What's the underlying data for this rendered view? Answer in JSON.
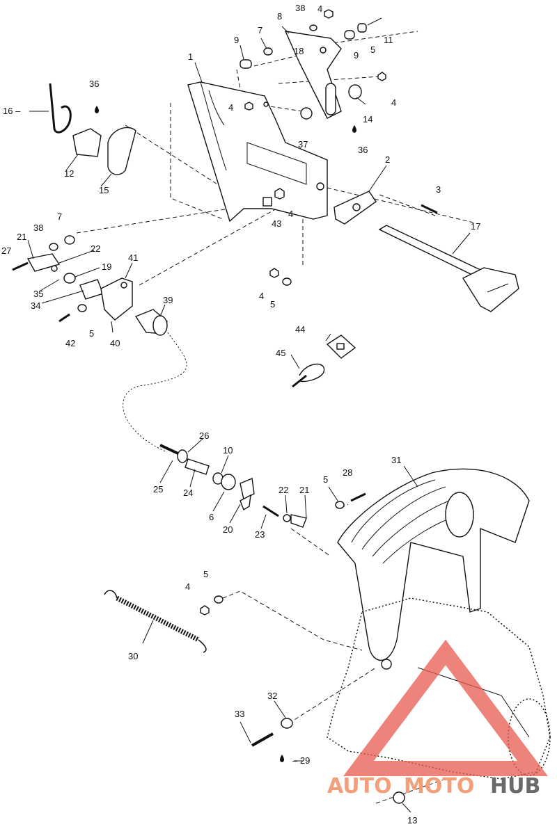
{
  "callouts": [
    {
      "id": "callout-1",
      "text": "1"
    },
    {
      "id": "callout-2",
      "text": "2"
    },
    {
      "id": "callout-3",
      "text": "3"
    },
    {
      "id": "callout-4-a",
      "text": "4"
    },
    {
      "id": "callout-4-b",
      "text": "4"
    },
    {
      "id": "callout-4-c",
      "text": "4"
    },
    {
      "id": "callout-4-d",
      "text": "4"
    },
    {
      "id": "callout-4-e",
      "text": "4"
    },
    {
      "id": "callout-4-f",
      "text": "4"
    },
    {
      "id": "callout-5-a",
      "text": "5"
    },
    {
      "id": "callout-5-b",
      "text": "5"
    },
    {
      "id": "callout-5-c",
      "text": "5"
    },
    {
      "id": "callout-5-d",
      "text": "5"
    },
    {
      "id": "callout-5-e",
      "text": "5"
    },
    {
      "id": "callout-6",
      "text": "6"
    },
    {
      "id": "callout-7-a",
      "text": "7"
    },
    {
      "id": "callout-7-b",
      "text": "7"
    },
    {
      "id": "callout-8",
      "text": "8"
    },
    {
      "id": "callout-9-a",
      "text": "9"
    },
    {
      "id": "callout-9-b",
      "text": "9"
    },
    {
      "id": "callout-10",
      "text": "10"
    },
    {
      "id": "callout-11",
      "text": "11"
    },
    {
      "id": "callout-12",
      "text": "12"
    },
    {
      "id": "callout-13",
      "text": "13"
    },
    {
      "id": "callout-14",
      "text": "14"
    },
    {
      "id": "callout-15",
      "text": "15"
    },
    {
      "id": "callout-16",
      "text": "16 –"
    },
    {
      "id": "callout-17",
      "text": "17"
    },
    {
      "id": "callout-18",
      "text": "18"
    },
    {
      "id": "callout-19",
      "text": "19"
    },
    {
      "id": "callout-20",
      "text": "20"
    },
    {
      "id": "callout-21-a",
      "text": "21"
    },
    {
      "id": "callout-21-b",
      "text": "21"
    },
    {
      "id": "callout-22-a",
      "text": "22"
    },
    {
      "id": "callout-22-b",
      "text": "22"
    },
    {
      "id": "callout-23",
      "text": "23"
    },
    {
      "id": "callout-24",
      "text": "24"
    },
    {
      "id": "callout-25",
      "text": "25"
    },
    {
      "id": "callout-26",
      "text": "26"
    },
    {
      "id": "callout-27",
      "text": "27"
    },
    {
      "id": "callout-28",
      "text": "28"
    },
    {
      "id": "callout-29",
      "text": "– 29"
    },
    {
      "id": "callout-30",
      "text": "30"
    },
    {
      "id": "callout-31",
      "text": "31"
    },
    {
      "id": "callout-32",
      "text": "32"
    },
    {
      "id": "callout-33",
      "text": "33"
    },
    {
      "id": "callout-34",
      "text": "34"
    },
    {
      "id": "callout-35",
      "text": "35"
    },
    {
      "id": "callout-36-a",
      "text": "36"
    },
    {
      "id": "callout-36-b",
      "text": "36"
    },
    {
      "id": "callout-37",
      "text": "37"
    },
    {
      "id": "callout-38-a",
      "text": "38"
    },
    {
      "id": "callout-38-b",
      "text": "38"
    },
    {
      "id": "callout-39",
      "text": "39"
    },
    {
      "id": "callout-40",
      "text": "40"
    },
    {
      "id": "callout-41",
      "text": "41"
    },
    {
      "id": "callout-42",
      "text": "42"
    },
    {
      "id": "callout-43",
      "text": "43"
    },
    {
      "id": "callout-44",
      "text": "44"
    },
    {
      "id": "callout-45",
      "text": "45"
    }
  ],
  "watermark": {
    "part1": "AUTO",
    "part2": "MOTO",
    "part3": "HUB",
    "colors": {
      "accent": "#e85a4f",
      "light": "#f3a07a",
      "dark": "#6a6a6a"
    },
    "icon": "triangle-logo-icon"
  }
}
